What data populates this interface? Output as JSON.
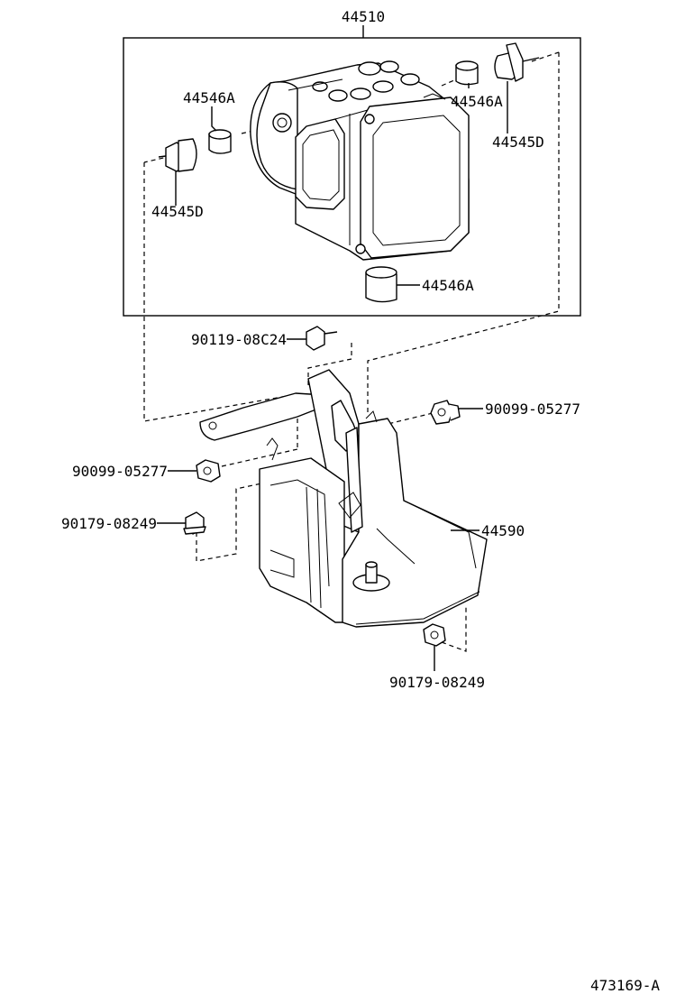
{
  "part_labels": {
    "actuator_assy": "44510",
    "cushion_top_left": "44546A",
    "cushion_top_right": "44546A",
    "cushion_bottom": "44546A",
    "stud_left": "44545D",
    "stud_right": "44545D",
    "bolt_top": "90119-08C24",
    "nut_right": "90099-05277",
    "nut_left": "90099-05277",
    "bolt_left": "90179-08249",
    "bolt_bottom": "90179-08249",
    "bracket": "44590"
  },
  "illustration_code": "473169-A"
}
